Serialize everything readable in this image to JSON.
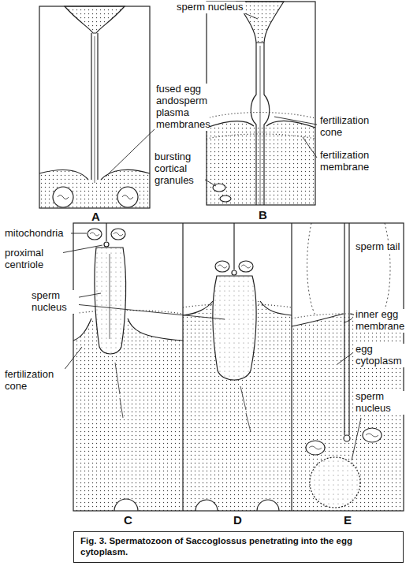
{
  "diagram": {
    "caption": "Fig. 3. Spermatozoon of Saccoglossus penetrating into the egg cytoplasm.",
    "labels": [
      "sperm nucleus",
      "fused egg andosperm plasma membranes",
      "fertilization cone",
      "fertilization membrane",
      "bursting cortical granules",
      "A",
      "B",
      "mitochondria",
      "proximal centriole",
      "sperm nucleus",
      "fertilization cone",
      "C",
      "D",
      "sperm tail",
      "inner egg membrane",
      "egg cytoplasm",
      "sperm nucleus",
      "E"
    ]
  }
}
